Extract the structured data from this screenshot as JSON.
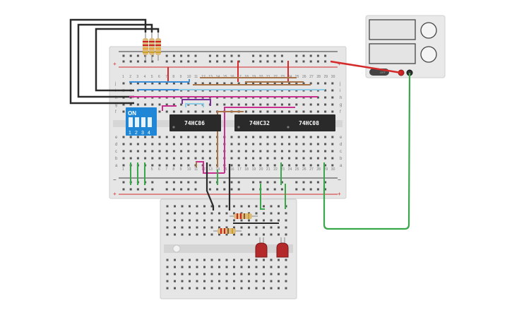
{
  "chips": [
    {
      "label": "74HC86"
    },
    {
      "label": "74HC32"
    },
    {
      "label": "74HC08"
    }
  ],
  "dip_switch": {
    "on_label": "ON",
    "numbers": [
      "1",
      "2",
      "3",
      "4"
    ]
  },
  "breadboard": {
    "columns": [
      "1",
      "2",
      "3",
      "4",
      "5",
      "6",
      "7",
      "8",
      "9",
      "10",
      "11",
      "12",
      "13",
      "14",
      "15",
      "16",
      "17",
      "18",
      "19",
      "20",
      "21",
      "22",
      "23",
      "24",
      "25",
      "26",
      "27",
      "28",
      "29",
      "30"
    ],
    "rows_top": [
      "j",
      "i",
      "h",
      "g",
      "f"
    ],
    "rows_bottom": [
      "e",
      "d",
      "c",
      "b",
      "a"
    ],
    "rail_plus": "+",
    "rail_minus": "−"
  },
  "power_supply": {
    "off_label": "OFF"
  },
  "colors": {
    "wire_red": "#d42a2a",
    "wire_green": "#3aa84a",
    "wire_black": "#2b2b2b",
    "wire_blue": "#3b8fd9",
    "wire_lightblue": "#8ecbe6",
    "wire_magenta": "#c7308f",
    "wire_purple": "#7a2f9a",
    "wire_brown": "#a8744a",
    "chip": "#2a2a2a",
    "dip_switch": "#1f87d6",
    "led": "#b42a2a"
  }
}
